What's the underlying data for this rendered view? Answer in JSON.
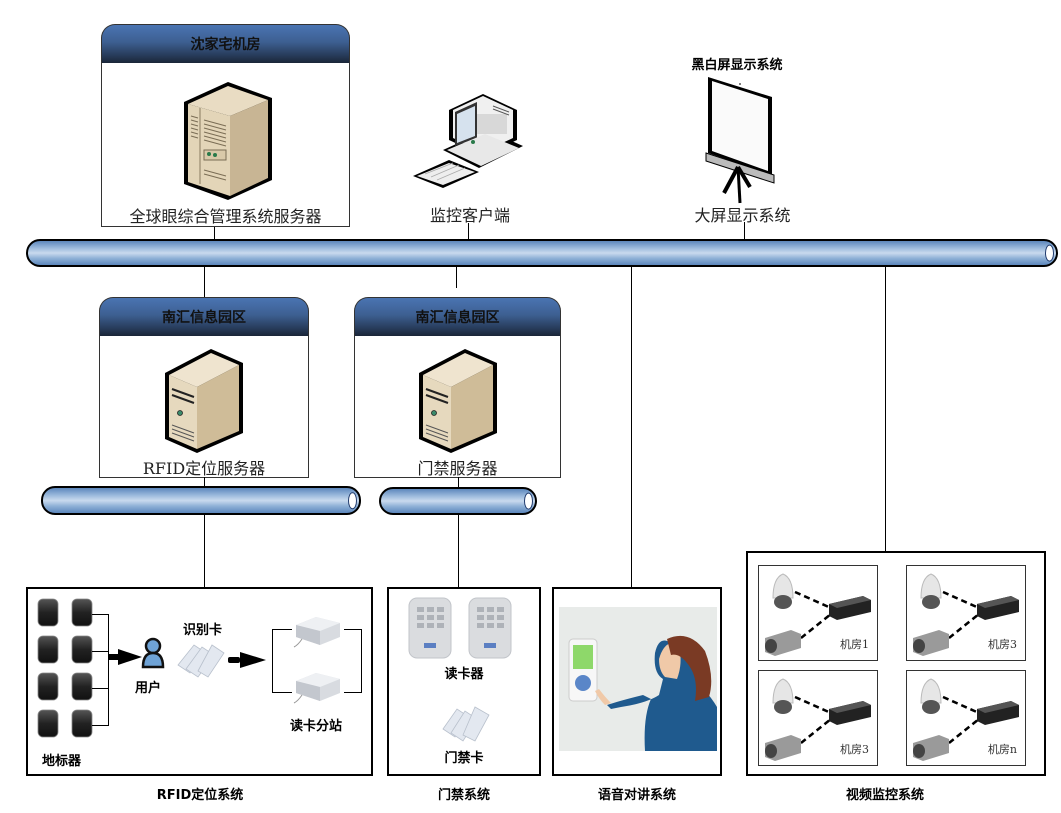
{
  "top_row": {
    "datacenter_group": {
      "header": "沈家宅机房",
      "server_label": "全球眼综合管理系统服务器"
    },
    "client": {
      "label": "监控客户端"
    },
    "display": {
      "top_label": "黑白屏显示系统",
      "label": "大屏显示系统"
    }
  },
  "middle_row": {
    "rfid_group": {
      "header": "南汇信息园区",
      "server_label": "RFID定位服务器"
    },
    "access_group": {
      "header": "南汇信息园区",
      "server_label": "门禁服务器"
    }
  },
  "subsystems": {
    "rfid": {
      "caption": "RFID定位系统",
      "beacon_label": "地标器",
      "user_label": "用户",
      "card_label": "识别卡",
      "reader_label": "读卡分站"
    },
    "access": {
      "caption": "门禁系统",
      "reader_label": "读卡器",
      "card_label": "门禁卡"
    },
    "intercom": {
      "caption": "语音对讲系统"
    },
    "video": {
      "caption": "视频监控系统",
      "rooms": [
        {
          "label": "机房1"
        },
        {
          "label": "机房3"
        },
        {
          "label": "机房3"
        },
        {
          "label": "机房n"
        }
      ]
    }
  }
}
